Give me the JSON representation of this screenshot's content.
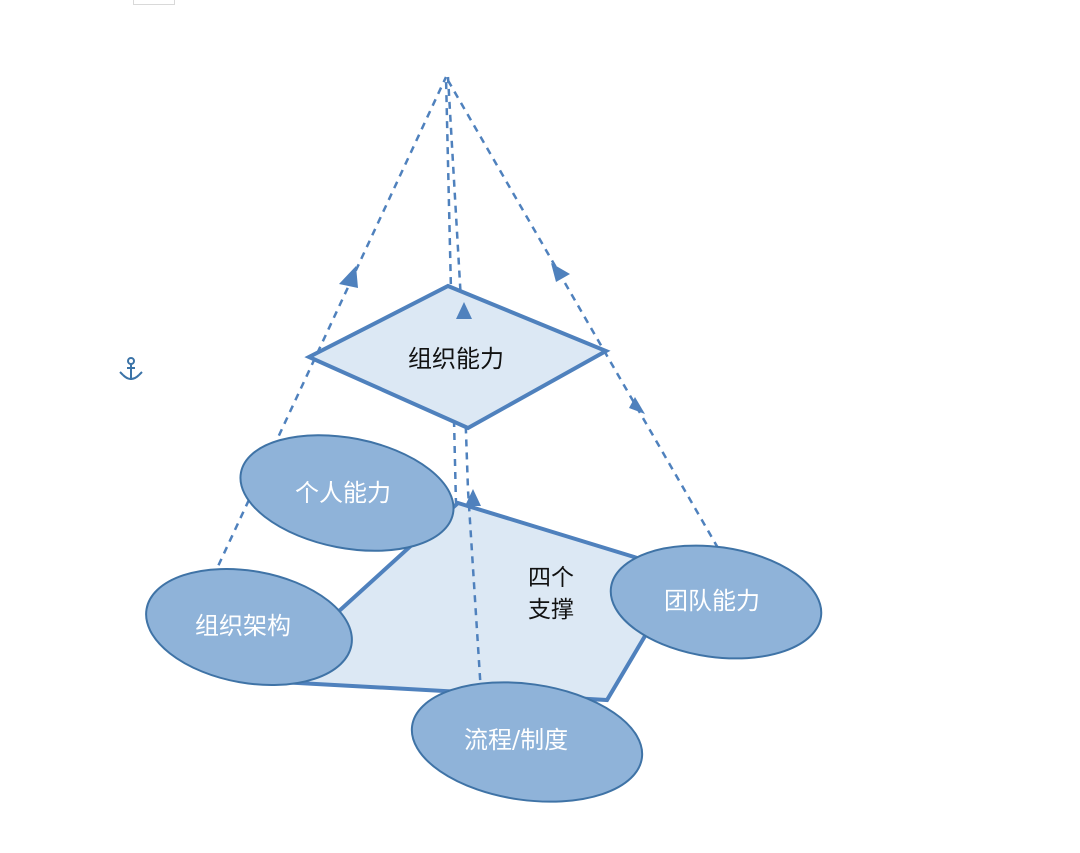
{
  "diagram": {
    "top_label": "组织能力",
    "center_label_line1": "四个",
    "center_label_line2": "支撑",
    "pillars": {
      "individual": "个人能力",
      "structure": "组织架构",
      "team": "团队能力",
      "process": "流程/制度"
    },
    "colors": {
      "line": "#4f81bd",
      "ellipse_fill": "#8fb3d9",
      "ellipse_stroke": "#3f73a6",
      "panel_fill": "#dce8f4",
      "anchor": "#3b73a7"
    },
    "icons": {
      "anchor": "anchor-icon"
    }
  }
}
